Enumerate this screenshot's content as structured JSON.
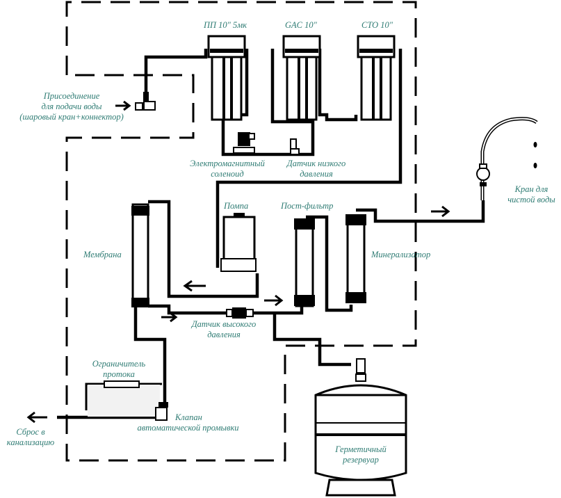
{
  "diagram": {
    "title": "Схема системы обратного осмоса",
    "label_color": "#2e7b73",
    "line_color": "#000000",
    "nodes": {
      "prefilter_pp": "ПП 10\" 5мк",
      "prefilter_gac": "GAC 10\"",
      "prefilter_cto": "CTO 10\"",
      "inlet_line1": "Присоединение",
      "inlet_line2": "для подачи воды",
      "inlet_line3": "(шаровый кран+коннектор)",
      "solenoid_line1": "Электромагнитный",
      "solenoid_line2": "соленоид",
      "low_pressure_line1": "Датчик низкого",
      "low_pressure_line2": "давления",
      "pump": "Помпа",
      "postfilter": "Пост-фильтр",
      "membrane": "Мембрана",
      "mineralizer": "Минерализатор",
      "faucet_line1": "Кран для",
      "faucet_line2": "чистой воды",
      "high_pressure_line1": "Датчик высокого",
      "high_pressure_line2": "давления",
      "flow_restrictor_line1": "Ограничитель",
      "flow_restrictor_line2": "протока",
      "flush_valve_line1": "Клапан",
      "flush_valve_line2": "автоматической промывки",
      "drain_line1": "Сброс в",
      "drain_line2": "канализацию",
      "tank_line1": "Герметичный",
      "tank_line2": "резервуар"
    },
    "icons": [
      "inlet-ball-valve",
      "filter-housing",
      "solenoid-valve",
      "pressure-switch",
      "pump",
      "membrane-housing",
      "inline-cartridge",
      "faucet",
      "flow-restrictor",
      "flush-valve",
      "storage-tank",
      "flow-arrow"
    ]
  }
}
